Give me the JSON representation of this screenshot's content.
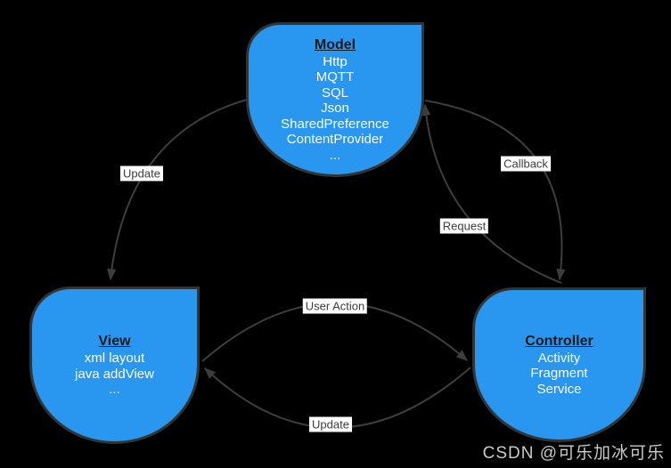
{
  "colors": {
    "background": "#000000",
    "node_fill": "#2997f0",
    "node_border": "#333333",
    "arrow": "#3d3d3d",
    "edge_label_bg": "#ffffff",
    "edge_label_text": "#3d3d3d",
    "node_title_text": "#1b1b1b",
    "node_body_text": "#ffffff",
    "watermark_text": "#c9c9c9"
  },
  "nodes": {
    "model": {
      "title": "Model",
      "items": [
        "Http",
        "MQTT",
        "SQL",
        "Json",
        "SharedPreference",
        "ContentProvider",
        "..."
      ]
    },
    "view": {
      "title": "View",
      "items": [
        "xml layout",
        "java addView",
        "..."
      ]
    },
    "controller": {
      "title": "Controller",
      "items": [
        "Activity",
        "Fragment",
        "Service"
      ]
    }
  },
  "edges": {
    "model_to_view": {
      "label": "Update"
    },
    "model_to_controller": {
      "label": "Callback"
    },
    "controller_to_model": {
      "label": "Request"
    },
    "view_to_controller": {
      "label": "User Action"
    },
    "controller_to_view": {
      "label": "Update"
    }
  },
  "watermark": "CSDN @可乐加冰可乐"
}
